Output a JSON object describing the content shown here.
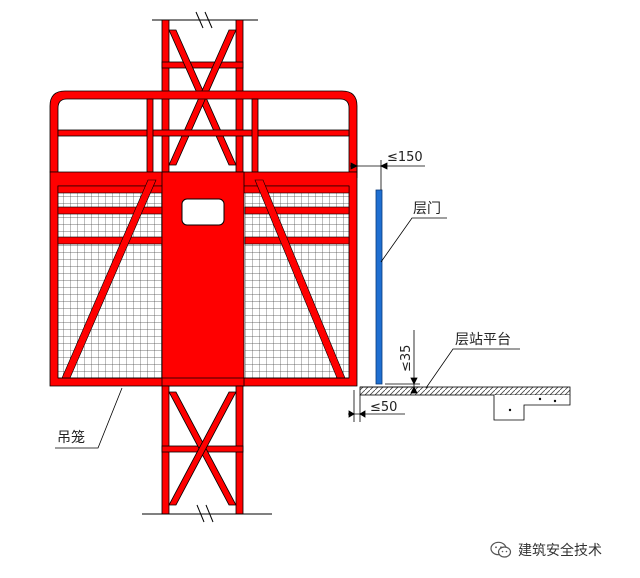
{
  "labels": {
    "cage": "吊笼",
    "landing_door": "层门",
    "landing_platform": "层站平台"
  },
  "dimensions": {
    "horizontal_gap": "≤150",
    "vertical_gap": "≤35",
    "sill_gap": "≤50"
  },
  "watermark": {
    "icon": "wechat-icon",
    "text": "建筑安全技术"
  },
  "colors": {
    "cage_red": "#ff0000",
    "door_blue": "#1f6fd1",
    "line": "#000000"
  }
}
